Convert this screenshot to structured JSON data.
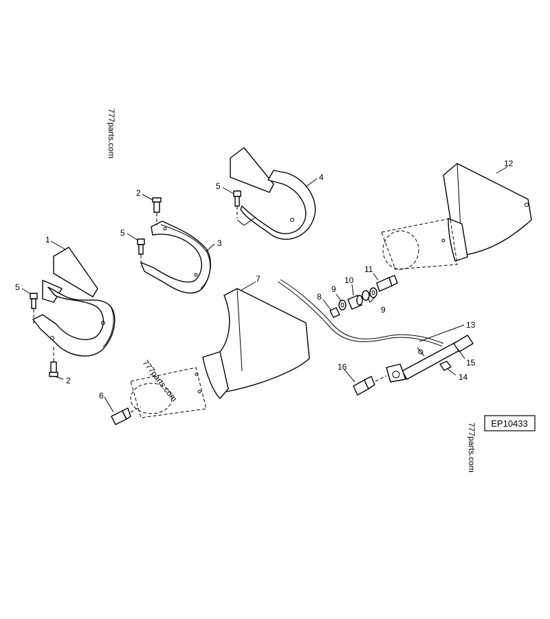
{
  "diagram_code": "EP10433",
  "watermark": "777parts.com",
  "callouts": [
    "1",
    "2",
    "2",
    "3",
    "4",
    "5",
    "5",
    "5",
    "6",
    "7",
    "8",
    "9",
    "9",
    "10",
    "11",
    "12",
    "13",
    "14",
    "15",
    "16"
  ]
}
